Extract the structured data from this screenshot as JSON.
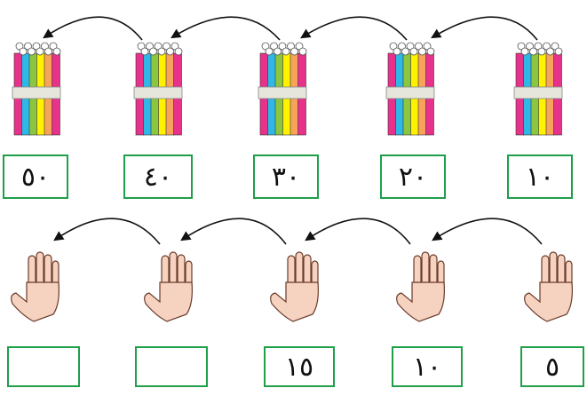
{
  "bundle_row": {
    "boxes": [
      "١٠",
      "٢٠",
      "٣٠",
      "٤٠",
      "٥٠"
    ]
  },
  "hand_row": {
    "boxes": [
      "٥",
      "١٠",
      "١٥",
      "",
      ""
    ]
  },
  "colors": {
    "box_border": "#1f9f4a",
    "arrow": "#111111",
    "stick_colors": [
      "#e8318a",
      "#2fb8e6",
      "#8cc63f",
      "#fff200",
      "#f7a35c"
    ],
    "band": "#e6e6dc",
    "skin": "#f6d2c0"
  },
  "icons": {
    "bundle": "bundle-of-ten-sticks-icon",
    "hand": "open-hand-five-fingers-icon",
    "arrow": "curved-arrow-left-icon"
  }
}
